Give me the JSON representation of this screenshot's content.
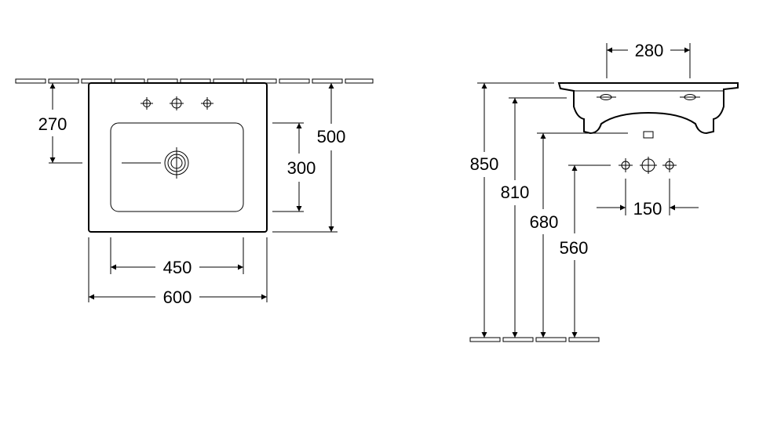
{
  "front_view": {
    "depth_to_tap": "270",
    "overall_depth": "500",
    "bowl_depth": "300",
    "bowl_width": "450",
    "overall_width": "600"
  },
  "side_view": {
    "tap_spacing": "280",
    "height_top": "850",
    "height_rim": "810",
    "height_overflow": "680",
    "height_tap_holes": "560",
    "tap_hole_spacing": "150"
  }
}
